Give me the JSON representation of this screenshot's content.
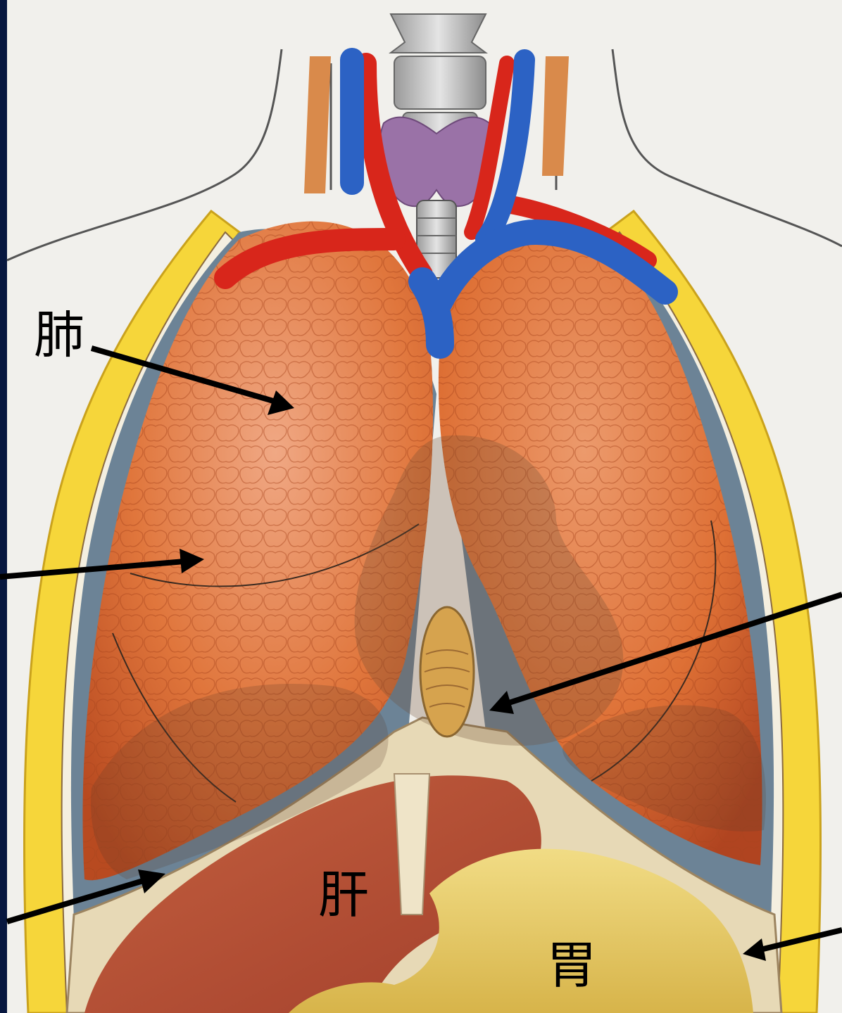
{
  "labels": {
    "lung": "肺",
    "liver": "肝",
    "stomach": "胃"
  },
  "palette": {
    "frame": "#07173f",
    "background": "#f1f0ec",
    "lung": "#e07538",
    "lung_shadow": "#b2451f",
    "pleura": "#6c8396",
    "artery": "#d8261b",
    "vein": "#2c62c4",
    "thyroid": "#9a72a7",
    "fat": "#f5d63a",
    "liver": "#b8503a",
    "stomach": "#e8cc66",
    "diaphragm": "#e7d9b6",
    "arrow": "#000000"
  }
}
